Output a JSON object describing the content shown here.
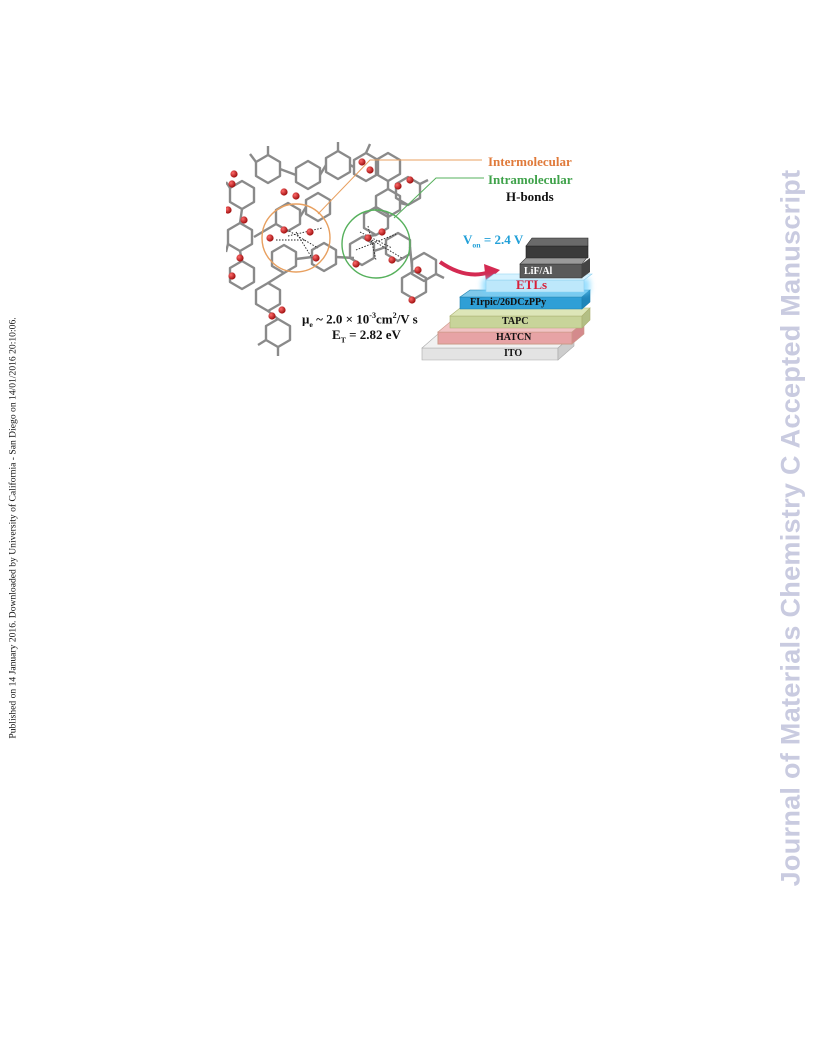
{
  "sidebar": {
    "text": "Published on 14 January 2016. Downloaded by University of California - San Diego on 14/01/2016 20:10:06."
  },
  "watermark": {
    "text": "Journal of Materials Chemistry C Accepted Manuscript"
  },
  "figure": {
    "legend": {
      "intermolecular": "Intermolecular",
      "intramolecular": "Intramolecular",
      "hbonds": "H-bonds"
    },
    "mobility": {
      "mu": "μ",
      "mu_sub": "e",
      "approx": " ~ 2.0 × 10",
      "exp": "-3",
      "unit": "cm",
      "unit_exp": "2",
      "unit_tail": "/V s"
    },
    "triplet": {
      "e": "E",
      "e_sub": "T",
      "value": " = 2.82 eV"
    },
    "von": {
      "v": "V",
      "sub": "on",
      "value": " = 2.4 V"
    },
    "layers": {
      "lifal": "LiF/Al",
      "etls": "ETLs",
      "eml": "FIrpic/26DCzPPy",
      "tapc": "TAPC",
      "hatcn": "HATCN",
      "ito": "ITO"
    },
    "colors": {
      "intermolecular": "#e07a3a",
      "intramolecular": "#3fa24a",
      "etls_text": "#d8203a",
      "von_text": "#22a0d8",
      "arrow": "#d42a52",
      "eml_layer": "#2f9fd6",
      "tapc_layer": "#c8d49a",
      "hatcn_layer": "#e7a3a5",
      "ito_layer": "#e3e3e3",
      "lifal_layer": "#3a3a3a"
    }
  }
}
